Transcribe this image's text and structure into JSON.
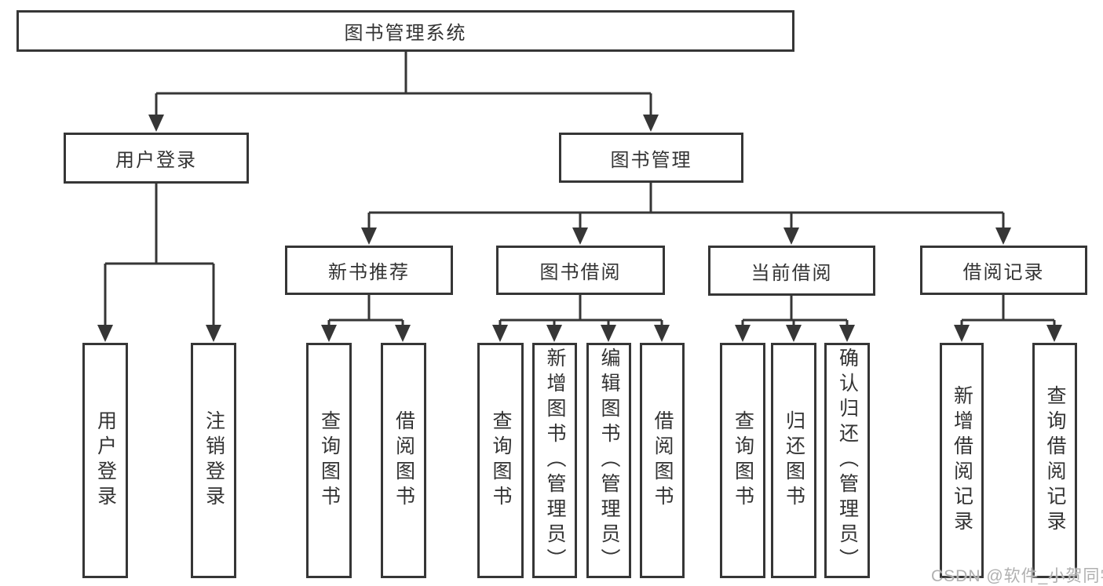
{
  "tree": {
    "label": "图书管理系统",
    "children": [
      {
        "label": "用户登录",
        "children": [
          {
            "label": "用户登录"
          },
          {
            "label": "注销登录"
          }
        ]
      },
      {
        "label": "图书管理",
        "children": [
          {
            "label": "新书推荐",
            "children": [
              {
                "label": "查询图书"
              },
              {
                "label": "借阅图书"
              }
            ]
          },
          {
            "label": "图书借阅",
            "children": [
              {
                "label": "查询图书"
              },
              {
                "label": "新增图书（管理员）"
              },
              {
                "label": "编辑图书（管理员）"
              },
              {
                "label": "借阅图书"
              }
            ]
          },
          {
            "label": "当前借阅",
            "children": [
              {
                "label": "查询图书"
              },
              {
                "label": "归还图书"
              },
              {
                "label": "确认归还（管理员）"
              }
            ]
          },
          {
            "label": "借阅记录",
            "children": [
              {
                "label": "新增借阅记录"
              },
              {
                "label": "查询借阅记录"
              }
            ]
          }
        ]
      }
    ]
  },
  "watermark": "CSDN @软件_小贺同学",
  "colors": {
    "line": "#363636",
    "text": "#333333",
    "watermark": "#b0b0b0",
    "background": "#ffffff"
  }
}
